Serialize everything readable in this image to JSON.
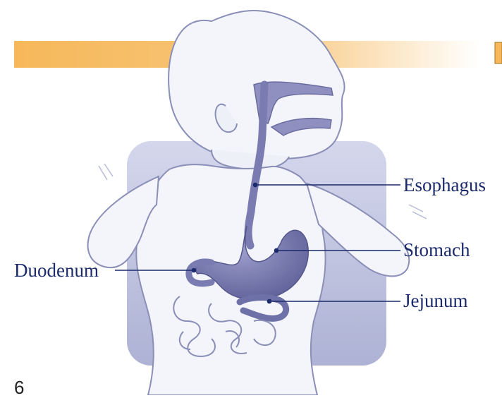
{
  "labels": {
    "esophagus": "Esophagus",
    "stomach": "Stomach",
    "duodenum": "Duodenum",
    "jejunum": "Jejunum"
  },
  "page_number": "6",
  "colors": {
    "label_text": "#1b2a6b",
    "header_bar": "#f6b85a",
    "organ_fill": "#7a7bb0",
    "background_panel": "#c9cde6",
    "outline": "#8b8fb8"
  }
}
